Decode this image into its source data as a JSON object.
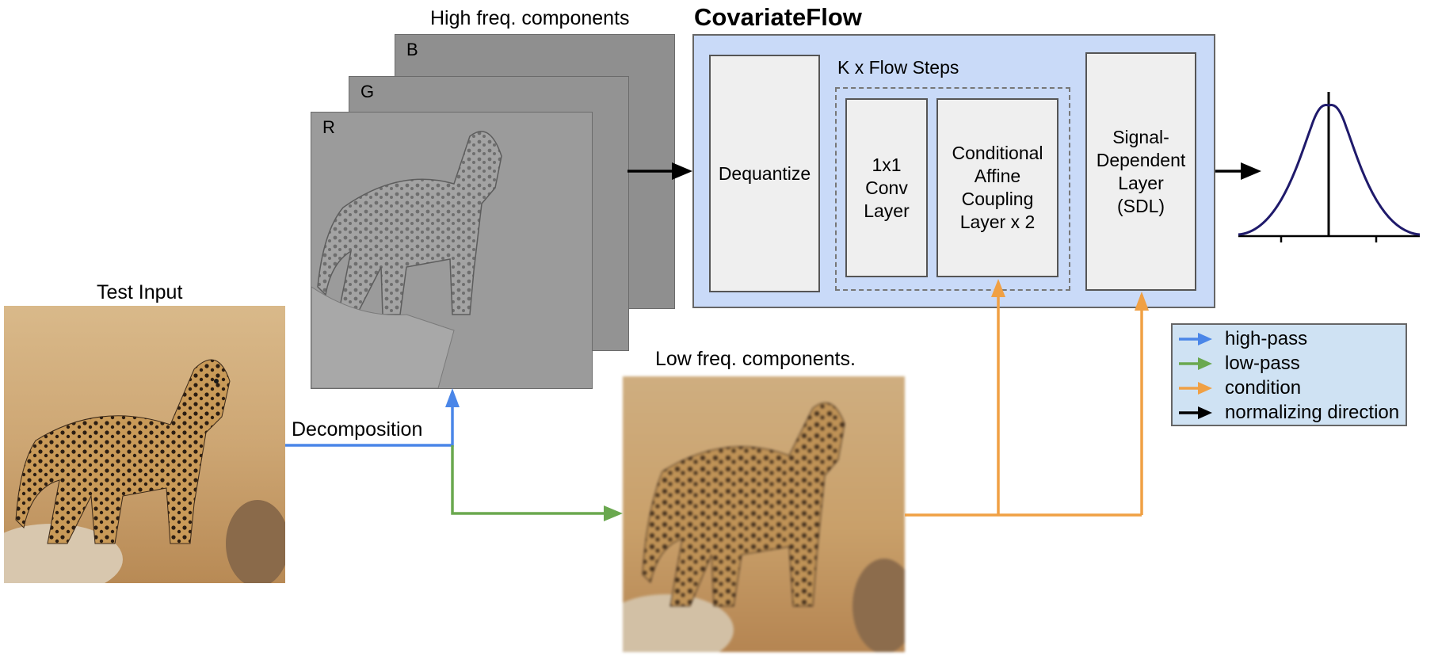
{
  "header": {
    "title": "CovariateFlow"
  },
  "labels": {
    "test_input": "Test Input",
    "high_freq": "High freq. components",
    "low_freq": "Low freq. components.",
    "decomposition": "Decomposition",
    "flow_steps": "K x Flow Steps"
  },
  "channels": [
    "R",
    "G",
    "B"
  ],
  "blocks": {
    "dequantize": "Dequantize",
    "conv": "1x1\nConv\nLayer",
    "coupling": "Conditional\nAffine\nCoupling\nLayer x 2",
    "sdl": "Signal-\nDependent\nLayer\n(SDL)"
  },
  "legend": [
    {
      "label": "high-pass",
      "color": "#4a86e8"
    },
    {
      "label": "low-pass",
      "color": "#6aa84f"
    },
    {
      "label": "condition",
      "color": "#f0a044"
    },
    {
      "label": "normalizing direction",
      "color": "#000000"
    }
  ],
  "colors": {
    "flow_panel_bg": "#c9daf8",
    "legend_bg": "#cfe2f3",
    "gaussian_curve": "#1f1a6b",
    "high_pass_arrow": "#4a86e8",
    "low_pass_arrow": "#6aa84f",
    "condition_arrow": "#f0a044"
  },
  "icons": {
    "gaussian": "gaussian-distribution-icon",
    "leopard": "leopard-photo"
  }
}
